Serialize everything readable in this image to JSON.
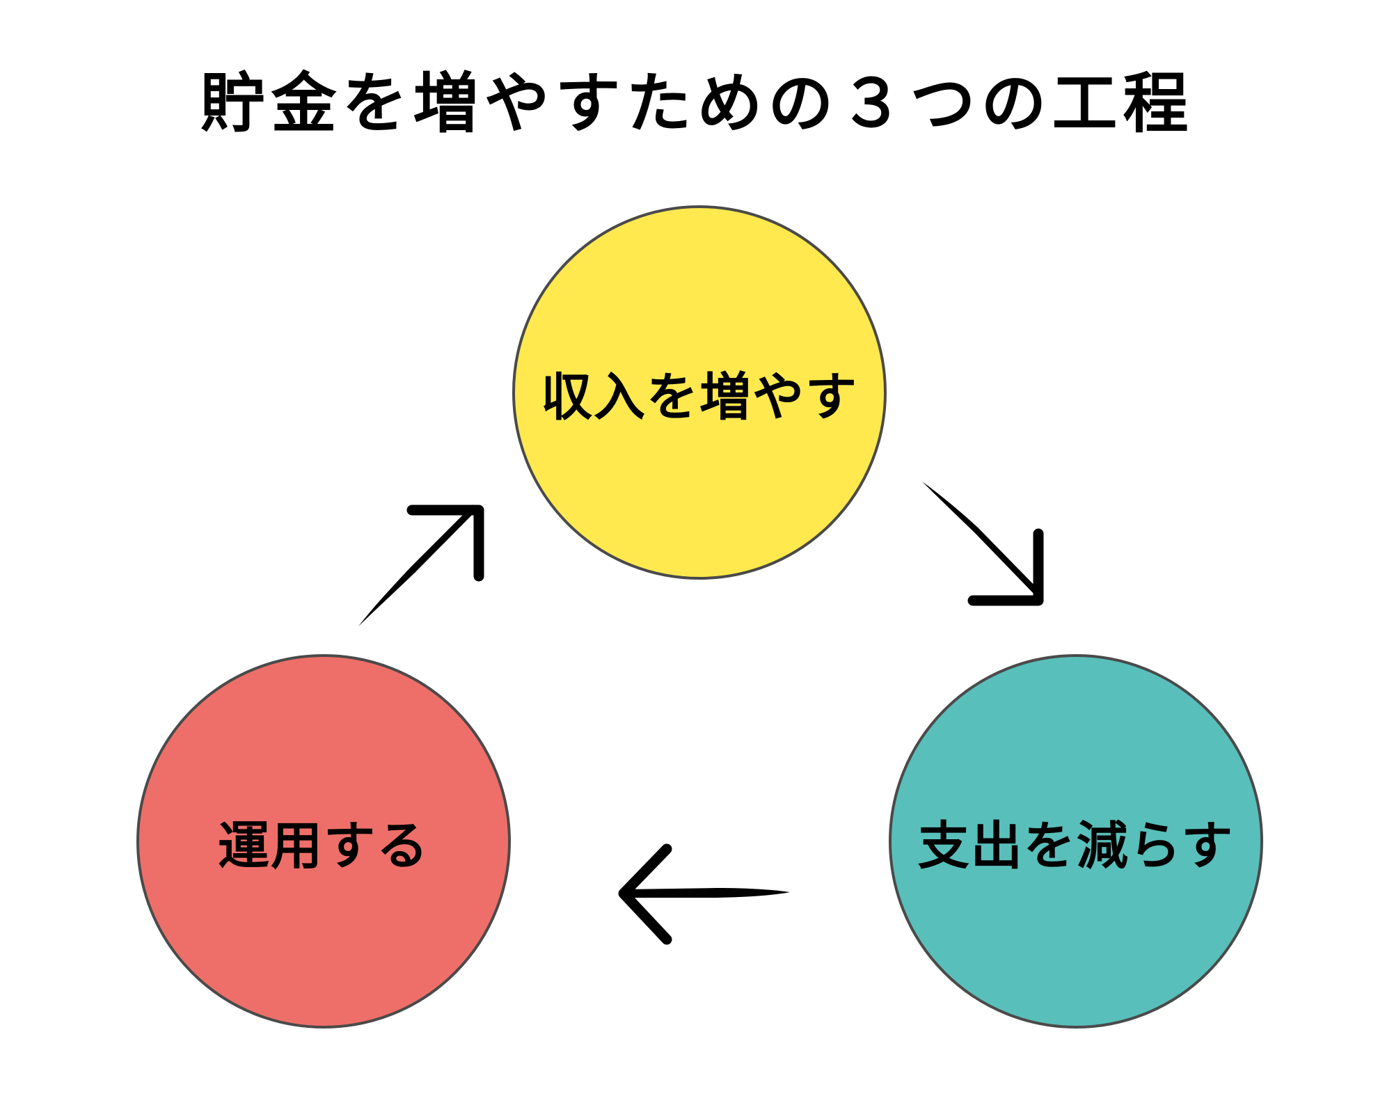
{
  "title": "貯金を増やすための３つの工程",
  "steps": [
    {
      "id": "increase-income",
      "label": "収入を増やす",
      "color": "#FFE94F"
    },
    {
      "id": "reduce-expenses",
      "label": "支出を減らす",
      "color": "#59BFBA"
    },
    {
      "id": "invest",
      "label": "運用する",
      "color": "#EE6F69"
    }
  ],
  "flow": [
    {
      "from": "increase-income",
      "to": "reduce-expenses"
    },
    {
      "from": "reduce-expenses",
      "to": "invest"
    },
    {
      "from": "invest",
      "to": "increase-income"
    }
  ],
  "colors": {
    "circle_border": "#4a4a4a",
    "arrow": "#000000"
  }
}
